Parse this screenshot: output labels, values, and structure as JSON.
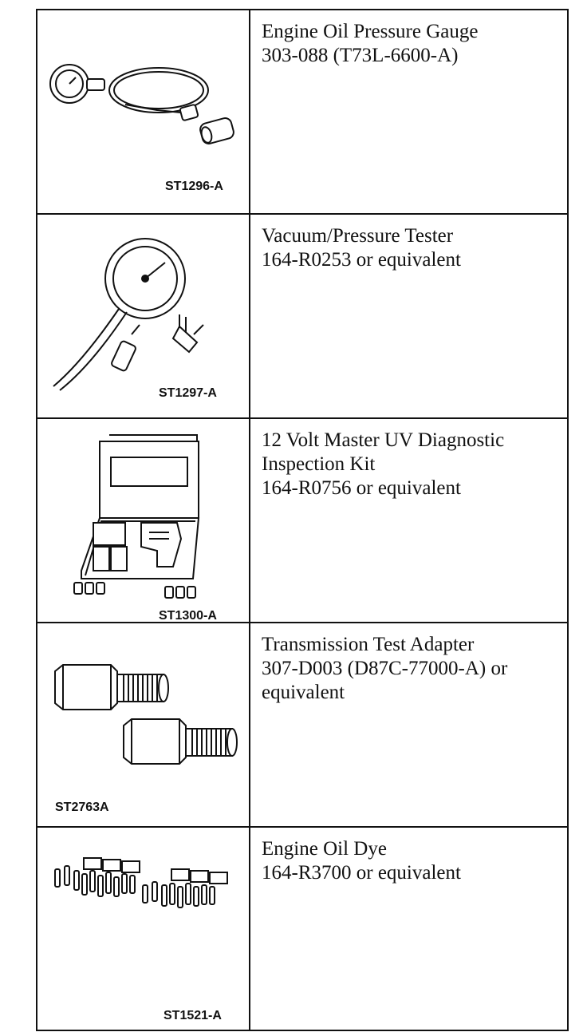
{
  "tools": [
    {
      "lines": [
        "Engine Oil Pressure Gauge",
        "303-088 (T73L-6600-A)"
      ],
      "ref": "ST1296-A",
      "icon": "oil-pressure-gauge-icon"
    },
    {
      "lines": [
        "Vacuum/Pressure Tester",
        "164-R0253 or equivalent"
      ],
      "ref": "ST1297-A",
      "icon": "vacuum-pressure-tester-icon"
    },
    {
      "lines": [
        "12 Volt Master UV Diagnostic",
        "Inspection Kit",
        "164-R0756 or equivalent"
      ],
      "ref": "ST1300-A",
      "icon": "uv-inspection-kit-icon"
    },
    {
      "lines": [
        "Transmission Test Adapter",
        "307-D003 (D87C-77000-A) or",
        "equivalent"
      ],
      "ref": "ST2763A",
      "icon": "test-adapter-icon"
    },
    {
      "lines": [
        "Engine Oil Dye",
        "164-R3700 or equivalent"
      ],
      "ref": "ST1521-A",
      "icon": "oil-dye-bottles-icon"
    }
  ]
}
